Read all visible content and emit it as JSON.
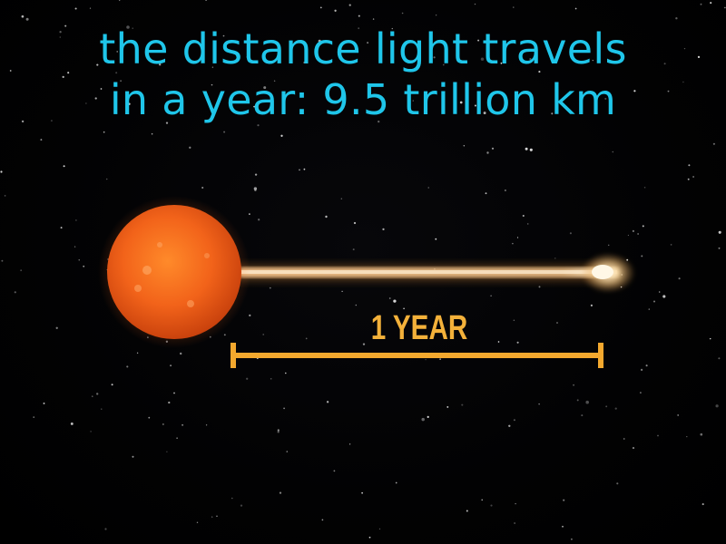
{
  "caption": {
    "line1": "the distance light travels",
    "line2": "in a year: 9.5 trillion km"
  },
  "measure_label": "1 YEAR",
  "colors": {
    "caption": "#1fc6ea",
    "measure": "#f3b13a",
    "star": "#f06a14",
    "beam": "#f7d29a"
  },
  "icons": {
    "sun": "star-sun-icon",
    "beam": "light-beam-icon",
    "bracket": "measurement-bracket-icon"
  }
}
